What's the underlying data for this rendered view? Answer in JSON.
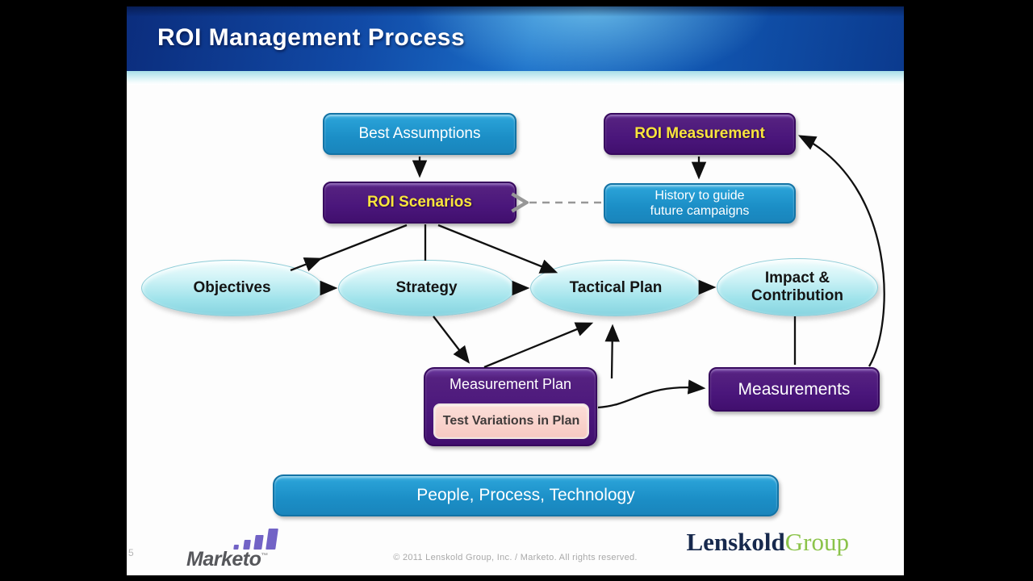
{
  "slide": {
    "title": "ROI Management Process",
    "page_number": "5"
  },
  "nodes": {
    "best_assumptions": {
      "label": "Best Assumptions"
    },
    "roi_measurement": {
      "label": "ROI Measurement"
    },
    "roi_scenarios": {
      "label": "ROI Scenarios"
    },
    "history": {
      "label_line1": "History to guide",
      "label_line2": "future campaigns"
    },
    "objectives": {
      "label": "Objectives"
    },
    "strategy": {
      "label": "Strategy"
    },
    "tactical_plan": {
      "label": "Tactical Plan"
    },
    "impact_contribution": {
      "label_line1": "Impact &",
      "label_line2": "Contribution"
    },
    "measurement_plan": {
      "label": "Measurement Plan",
      "sub_label": "Test Variations in Plan"
    },
    "measurements": {
      "label": "Measurements"
    },
    "people_process_technology": {
      "label": "People, Process, Technology"
    }
  },
  "edges": [
    {
      "from": "best_assumptions",
      "to": "roi_scenarios",
      "style": "solid-arrow"
    },
    {
      "from": "roi_measurement",
      "to": "history",
      "style": "solid-arrow"
    },
    {
      "from": "history",
      "to": "roi_scenarios",
      "style": "dashed-gray-arrow"
    },
    {
      "from": "objectives",
      "to": "roi_scenarios",
      "style": "solid-arrow"
    },
    {
      "from": "strategy",
      "to": "roi_scenarios",
      "style": "plain-line"
    },
    {
      "from": "roi_scenarios",
      "to": "tactical_plan",
      "style": "solid-arrow"
    },
    {
      "from": "objectives",
      "to": "strategy",
      "style": "solid-arrow"
    },
    {
      "from": "strategy",
      "to": "tactical_plan",
      "style": "solid-arrow"
    },
    {
      "from": "tactical_plan",
      "to": "impact_contribution",
      "style": "solid-arrow"
    },
    {
      "from": "strategy",
      "to": "measurement_plan",
      "style": "solid-arrow"
    },
    {
      "from": "measurement_plan",
      "to": "tactical_plan",
      "style": "solid-arrow-diagonal"
    },
    {
      "from": "measurement_plan",
      "to": "tactical_plan",
      "style": "solid-arrow-vertical"
    },
    {
      "from": "impact_contribution",
      "to": "measurements",
      "style": "plain-line"
    },
    {
      "from": "measurement_plan",
      "to": "measurements",
      "style": "solid-arrow-curved"
    },
    {
      "from": "measurements",
      "to": "roi_measurement",
      "style": "solid-arrow-big-curve"
    }
  ],
  "footer": {
    "marketo_word": "Marketo",
    "marketo_tm": "™",
    "copyright": "©  2011 Lenskold Group, Inc. / Marketo.   All rights reserved.",
    "lenskold_word1": "Lenskold",
    "lenskold_word2": "Group"
  },
  "colors": {
    "blue_box": "#1b8ec6",
    "purple_box": "#4a167b",
    "yellow_text": "#f9e53c",
    "ellipse_fill": "#a0e3eb",
    "pink_box": "#f6c9c2",
    "header_blue": "#114aa6",
    "marketo_purple": "#7263c6",
    "lenskold_navy": "#17294d",
    "lenskold_green": "#8bc34a"
  }
}
